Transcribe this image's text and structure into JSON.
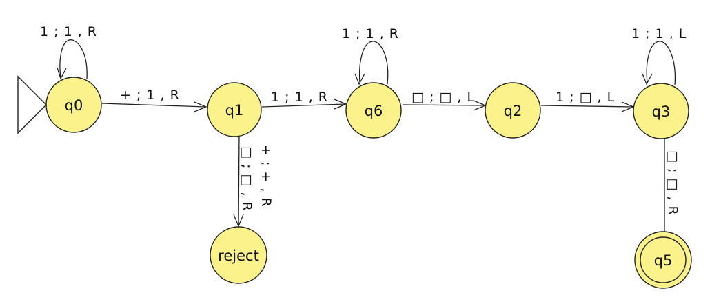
{
  "diagram": {
    "type": "turing-machine",
    "colors": {
      "state_fill": "#fbf28c",
      "stroke": "#222222",
      "background": "#ffffff"
    },
    "start_state": "q0",
    "accept_states": [
      "q5"
    ],
    "states": [
      {
        "id": "q0",
        "label": "q0"
      },
      {
        "id": "q1",
        "label": "q1"
      },
      {
        "id": "q6",
        "label": "q6"
      },
      {
        "id": "q2",
        "label": "q2"
      },
      {
        "id": "q3",
        "label": "q3"
      },
      {
        "id": "reject",
        "label": "reject"
      },
      {
        "id": "q5",
        "label": "q5"
      }
    ],
    "transitions": [
      {
        "from": "q0",
        "to": "q0",
        "label": "1 ; 1 , R"
      },
      {
        "from": "q0",
        "to": "q1",
        "label": "+ ; 1 , R"
      },
      {
        "from": "q1",
        "to": "q6",
        "label": "1 ; 1 , R"
      },
      {
        "from": "q6",
        "to": "q6",
        "label": "1 ; 1 , R"
      },
      {
        "from": "q6",
        "to": "q2",
        "label": "□ ; □ , L"
      },
      {
        "from": "q2",
        "to": "q3",
        "label": "1 ; □ , L"
      },
      {
        "from": "q3",
        "to": "q3",
        "label": "1 ; 1 , L"
      },
      {
        "from": "q1",
        "to": "reject",
        "label": "□ ; □ , R"
      },
      {
        "from": "q1",
        "to": "reject",
        "label": "+ ; + , R"
      },
      {
        "from": "q3",
        "to": "q5",
        "label": "□ ; □ , R"
      }
    ]
  }
}
